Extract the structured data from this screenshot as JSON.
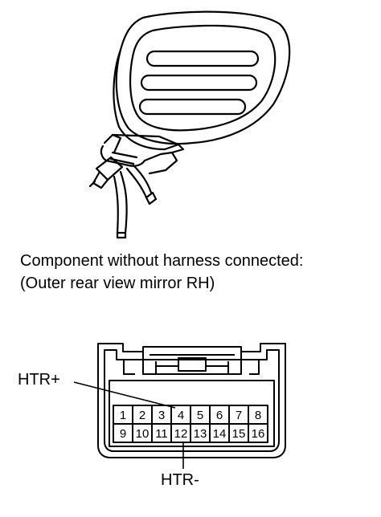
{
  "caption": {
    "line1": "Component without harness connected:",
    "line2": "(Outer rear view mirror RH)"
  },
  "connector": {
    "top_row": [
      "1",
      "2",
      "3",
      "4",
      "5",
      "6",
      "7",
      "8"
    ],
    "bottom_row": [
      "9",
      "10",
      "11",
      "12",
      "13",
      "14",
      "15",
      "16"
    ]
  },
  "labels": {
    "htr_plus": "HTR+",
    "htr_minus": "HTR-"
  },
  "icons": [
    "outer-rear-view-mirror-icon",
    "connector-housing-icon"
  ]
}
